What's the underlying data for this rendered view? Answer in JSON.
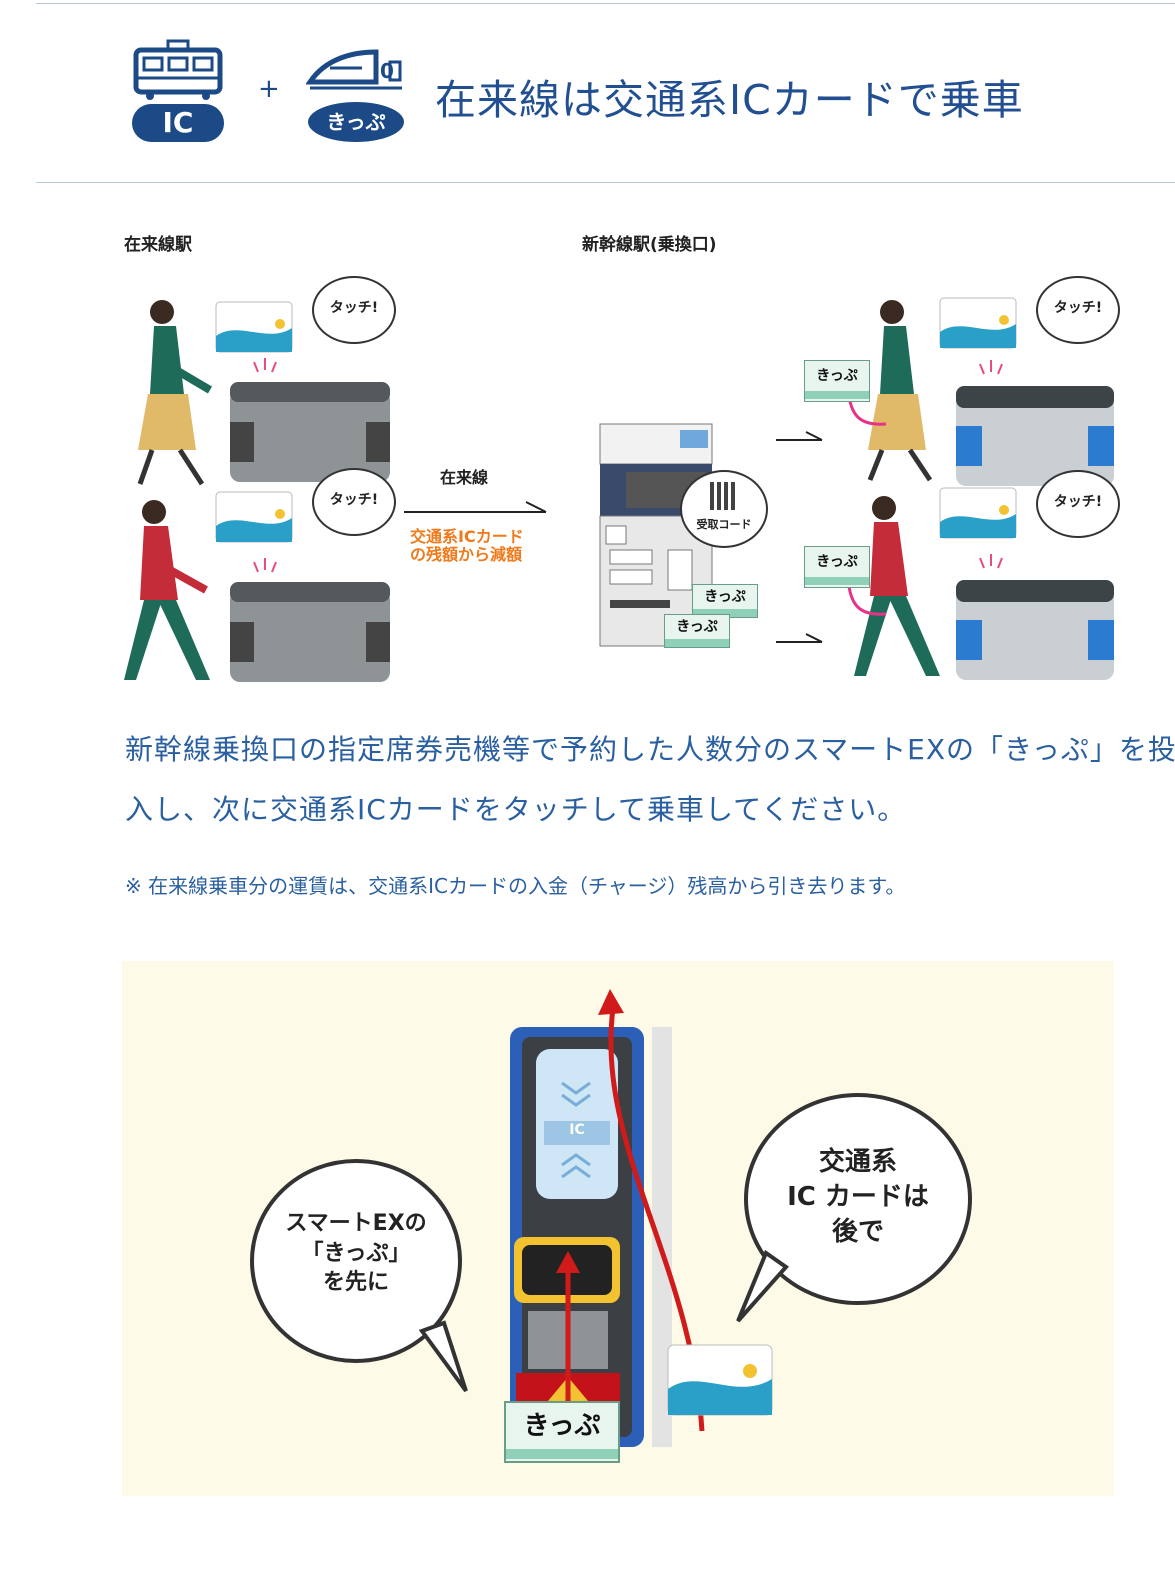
{
  "header": {
    "title": "在来線は交通系ICカードで乗車",
    "icons": {
      "train_icon_label": "IC",
      "plus": "+",
      "kippu_icon_label": "きっぷ"
    }
  },
  "diagram": {
    "left_station_label": "在来線駅",
    "right_station_label": "新幹線駅(乗換口)",
    "touch_bubble": "タッチ!",
    "arrow_label": "在来線",
    "deduction_note_line1": "交通系ICカード",
    "deduction_note_line2": "の残額から減額",
    "qr_label": "受取コード",
    "ticket_label": "きっぷ"
  },
  "instructions": {
    "line1": "新幹線乗換口の指定席券売機等で予約した人数分のスマートEXの「きっぷ」を投",
    "line2": "入し、次に交通系ICカードをタッチして乗車してください。",
    "note": "※ 在来線乗車分の運賃は、交通系ICカードの入金（チャージ）残高から引き去ります。"
  },
  "gate_illustration": {
    "left_bubble_line1": "スマートEXの",
    "left_bubble_line2": "「きっぷ」",
    "left_bubble_line3": "を先に",
    "right_bubble_line1": "交通系",
    "right_bubble_line2": "IC カードは",
    "right_bubble_line3": "後で",
    "gate_ic_label": "IC",
    "ticket_label": "きっぷ"
  },
  "colors": {
    "title_blue": "#214f91",
    "text_blue": "#2a5fa0",
    "orange": "#f07a1a",
    "gate_blue": "#2b5fb8",
    "panel_bg": "#fdfbe8",
    "red_arrow": "#d11a1a"
  }
}
